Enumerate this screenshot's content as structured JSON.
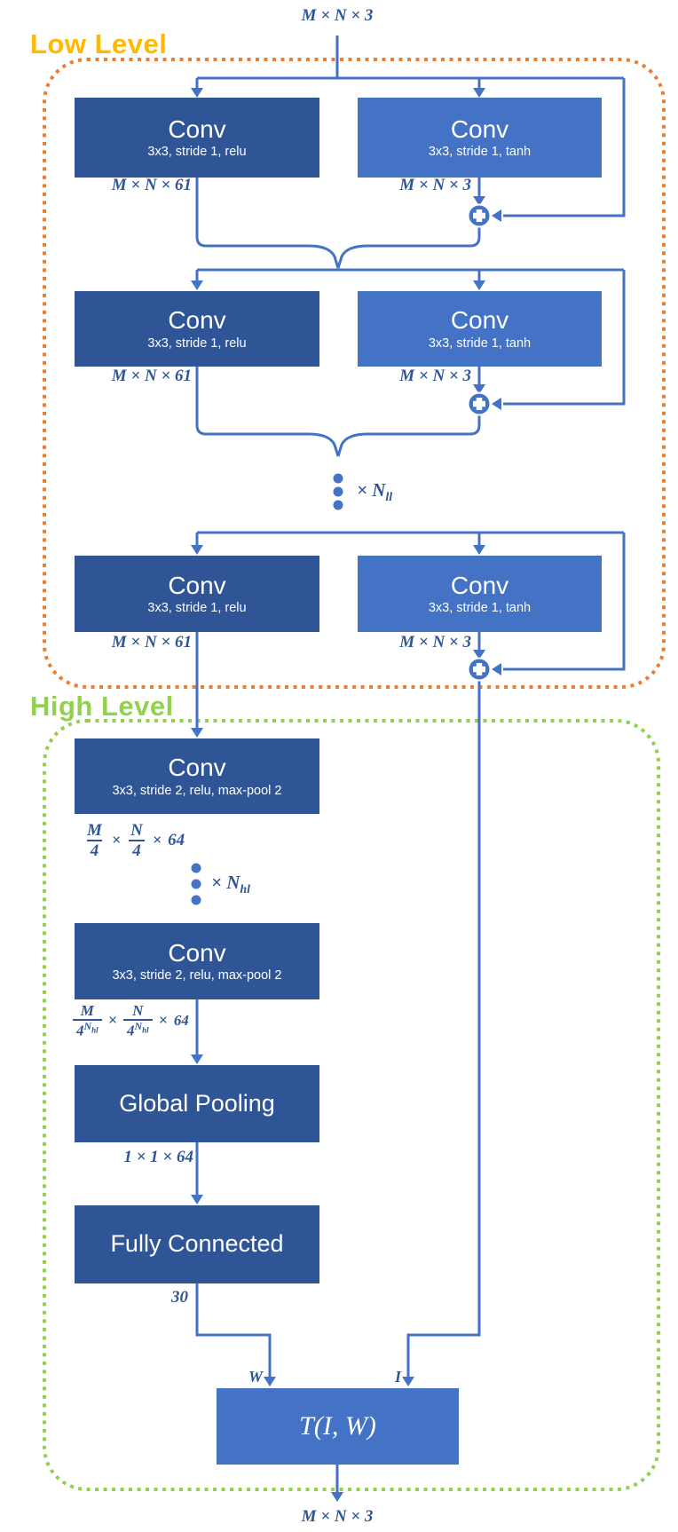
{
  "colors": {
    "block_dark": "#2F5597",
    "block_light": "#4472C4",
    "connector": "#4472C4",
    "math_label": "#2F5597",
    "low_level_border": "#ED7D31",
    "low_level_title": "#FFB900",
    "high_level_border": "#92D050",
    "high_level_title": "#92D050"
  },
  "input_label": "M × N × 3",
  "output_label": "M × N × 3",
  "low_level": {
    "title": "Low Level",
    "rows": [
      {
        "left": {
          "title": "Conv",
          "subtitle": "3x3, stride 1, relu",
          "out_dim": "M × N × 61"
        },
        "right": {
          "title": "Conv",
          "subtitle": "3x3, stride 1, tanh",
          "out_dim": "M × N × 3"
        }
      },
      {
        "left": {
          "title": "Conv",
          "subtitle": "3x3, stride 1, relu",
          "out_dim": "M × N × 61"
        },
        "right": {
          "title": "Conv",
          "subtitle": "3x3, stride 1, tanh",
          "out_dim": "M × N × 3"
        }
      },
      {
        "left": {
          "title": "Conv",
          "subtitle": "3x3, stride 1, relu",
          "out_dim": "M × N × 61"
        },
        "right": {
          "title": "Conv",
          "subtitle": "3x3, stride 1, tanh",
          "out_dim": "M × N × 3"
        }
      }
    ],
    "repeat": {
      "times": "×",
      "base": "N",
      "sub": "ll"
    }
  },
  "high_level": {
    "title": "High Level",
    "conv1": {
      "title": "Conv",
      "subtitle": "3x3, stride 2, relu, max-pool 2"
    },
    "conv1_out": {
      "num1": "M",
      "den1": "4",
      "times1": "×",
      "num2": "N",
      "den2": "4",
      "times2": "×",
      "tail": "64"
    },
    "repeat": {
      "times": "×",
      "base": "N",
      "sub": "hl"
    },
    "conv2": {
      "title": "Conv",
      "subtitle": "3x3, stride 2, relu, max-pool 2"
    },
    "conv2_out": {
      "num1": "M",
      "den1_base": "4",
      "den1_sup": "N",
      "den1_sup_sub": "hl",
      "times1": "×",
      "num2": "N",
      "den2_base": "4",
      "den2_sup": "N",
      "den2_sup_sub": "hl",
      "times2": "×",
      "tail": "64"
    },
    "global_pooling": {
      "title": "Global Pooling",
      "out_dim": "1 × 1 × 64"
    },
    "fully_connected": {
      "title": "Fully Connected",
      "out_dim": "30"
    },
    "transform": {
      "label": "T(I, W)",
      "w_label": "W",
      "i_label": "I"
    }
  }
}
